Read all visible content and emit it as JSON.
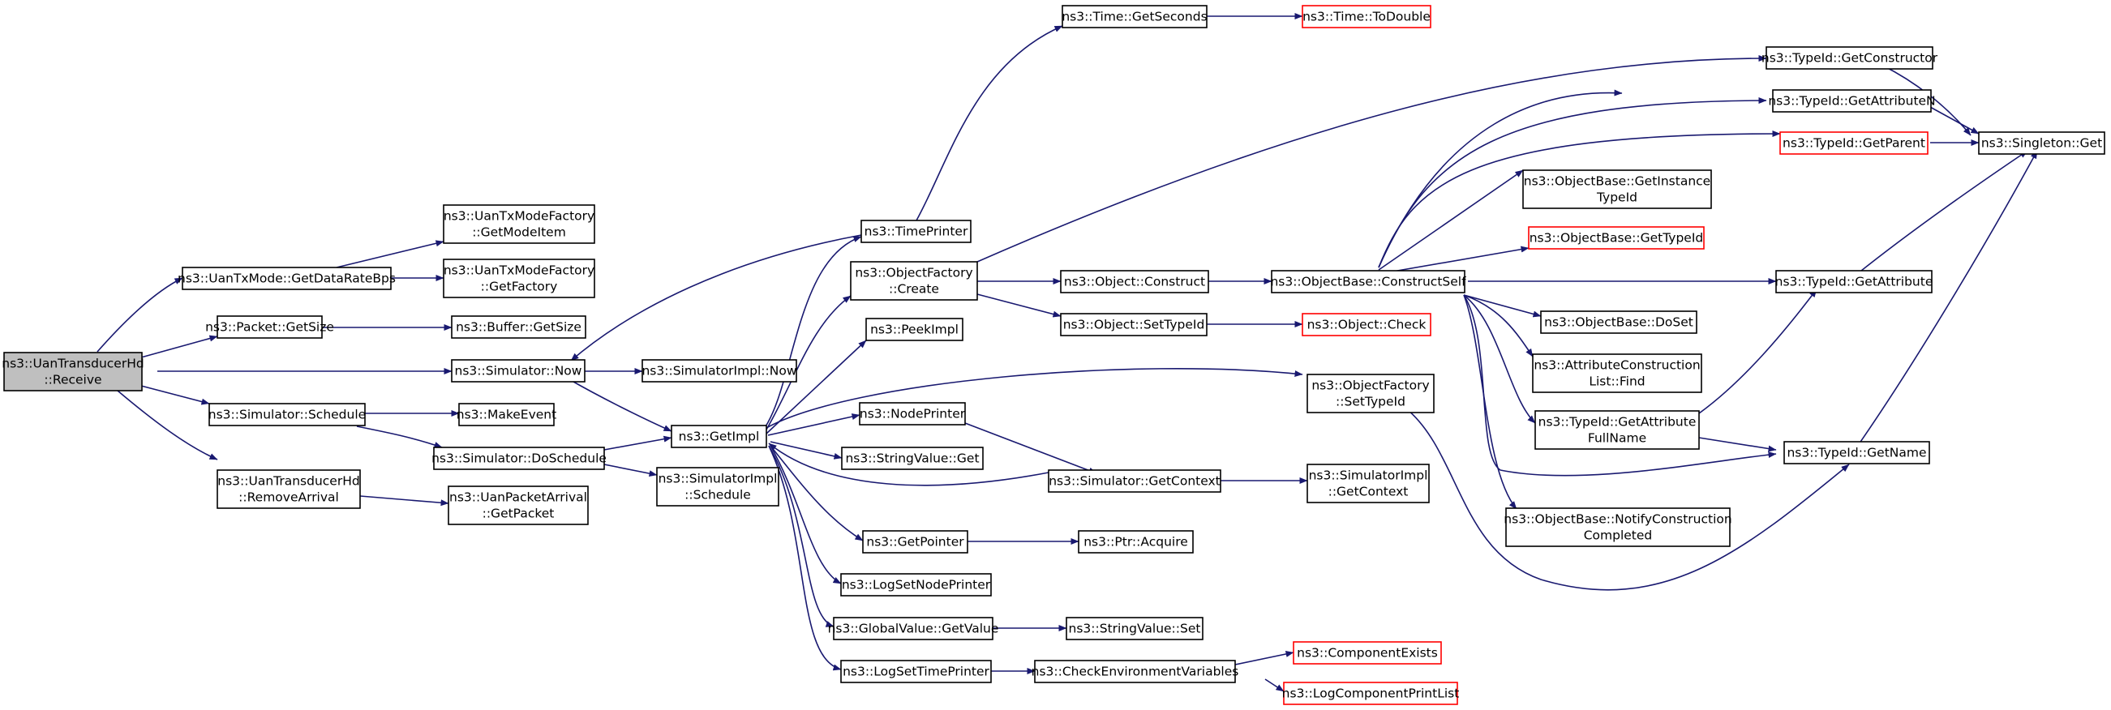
{
  "colors": {
    "edge": "#191970",
    "node_border": "#000000",
    "incomplete_border": "#ff0000",
    "root_fill": "#bfbfbf"
  },
  "nodes": {
    "receive": [
      "ns3::UanTransducerHd",
      "::Receive"
    ],
    "getDataRateBps": [
      "ns3::UanTxMode::GetDataRateBps"
    ],
    "packetGetSize": [
      "ns3::Packet::GetSize"
    ],
    "simNow": [
      "ns3::Simulator::Now"
    ],
    "simSchedule": [
      "ns3::Simulator::Schedule"
    ],
    "removeArrival": [
      "ns3::UanTransducerHd",
      "::RemoveArrival"
    ],
    "getModeItem": [
      "ns3::UanTxModeFactory",
      "::GetModeItem"
    ],
    "getFactory": [
      "ns3::UanTxModeFactory",
      "::GetFactory"
    ],
    "bufferGetSize": [
      "ns3::Buffer::GetSize"
    ],
    "simImplNow": [
      "ns3::SimulatorImpl::Now"
    ],
    "makeEvent": [
      "ns3::MakeEvent"
    ],
    "doSchedule": [
      "ns3::Simulator::DoSchedule"
    ],
    "getPacket": [
      "ns3::UanPacketArrival",
      "::GetPacket"
    ],
    "getImpl": [
      "ns3::GetImpl"
    ],
    "simImplSchedule": [
      "ns3::SimulatorImpl",
      "::Schedule"
    ],
    "timePrinter": [
      "ns3::TimePrinter"
    ],
    "objFactoryCreate": [
      "ns3::ObjectFactory",
      "::Create"
    ],
    "peekImpl": [
      "ns3::PeekImpl"
    ],
    "nodePrinter": [
      "ns3::NodePrinter"
    ],
    "stringValueGet": [
      "ns3::StringValue::Get"
    ],
    "getPointer": [
      "ns3::GetPointer"
    ],
    "logSetNodePrinter": [
      "ns3::LogSetNodePrinter"
    ],
    "globalValueGetValue": [
      "ns3::GlobalValue::GetValue"
    ],
    "logSetTimePrinter": [
      "ns3::LogSetTimePrinter"
    ],
    "timeGetSeconds": [
      "ns3::Time::GetSeconds"
    ],
    "timeToDouble": [
      "ns3::Time::ToDouble"
    ],
    "objectConstruct": [
      "ns3::Object::Construct"
    ],
    "objectSetTypeId": [
      "ns3::Object::SetTypeId"
    ],
    "simGetContext": [
      "ns3::Simulator::GetContext"
    ],
    "ptrAcquire": [
      "ns3::Ptr::Acquire"
    ],
    "stringValueSet": [
      "ns3::StringValue::Set"
    ],
    "checkEnv": [
      "ns3::CheckEnvironmentVariables"
    ],
    "constructSelf": [
      "ns3::ObjectBase::ConstructSelf"
    ],
    "objectCheck": [
      "ns3::Object::Check"
    ],
    "objFactorySetTypeId": [
      "ns3::ObjectFactory",
      "::SetTypeId"
    ],
    "simImplGetContext": [
      "ns3::SimulatorImpl",
      "::GetContext"
    ],
    "componentExists": [
      "ns3::ComponentExists"
    ],
    "logComponentPrintList": [
      "ns3::LogComponentPrintList"
    ],
    "getInstanceTypeId": [
      "ns3::ObjectBase::GetInstance",
      "TypeId"
    ],
    "objBaseGetTypeId": [
      "ns3::ObjectBase::GetTypeId"
    ],
    "doSet": [
      "ns3::ObjectBase::DoSet"
    ],
    "attrConstructionFind": [
      "ns3::AttributeConstruction",
      "List::Find"
    ],
    "getAttributeFullName": [
      "ns3::TypeId::GetAttribute",
      "FullName"
    ],
    "notifyConstruction": [
      "ns3::ObjectBase::NotifyConstruction",
      "Completed"
    ],
    "getConstructor": [
      "ns3::TypeId::GetConstructor"
    ],
    "getAttributeN": [
      "ns3::TypeId::GetAttributeN"
    ],
    "getParent": [
      "ns3::TypeId::GetParent"
    ],
    "getAttribute": [
      "ns3::TypeId::GetAttribute"
    ],
    "getName": [
      "ns3::TypeId::GetName"
    ],
    "singletonGet": [
      "ns3::Singleton::Get"
    ]
  }
}
